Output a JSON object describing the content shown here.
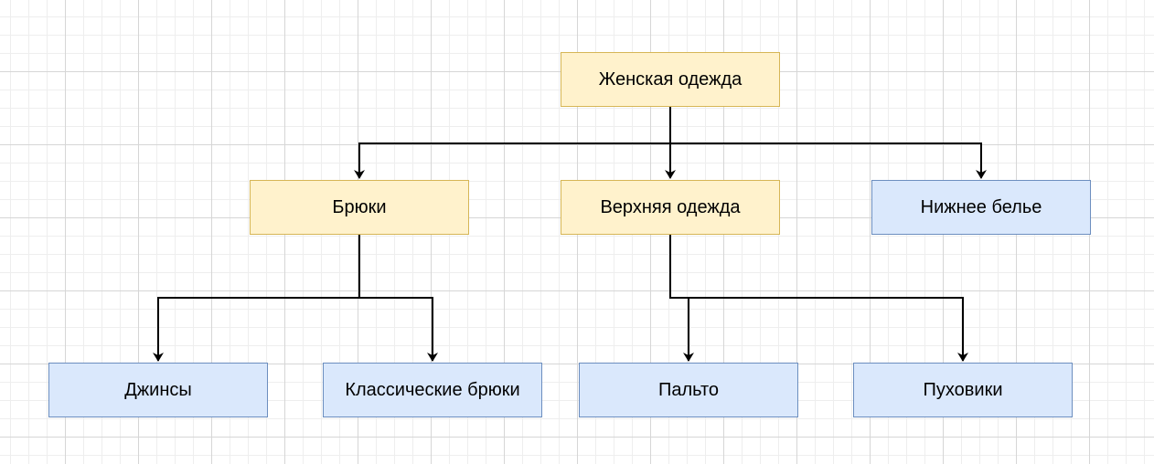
{
  "diagram": {
    "root": {
      "label": "Женская одежда",
      "fill": "#fff2cc",
      "stroke": "#d6b656"
    },
    "level1": [
      {
        "label": "Брюки",
        "fill": "#fff2cc",
        "stroke": "#d6b656"
      },
      {
        "label": "Верхняя одежда",
        "fill": "#fff2cc",
        "stroke": "#d6b656"
      },
      {
        "label": "Нижнее белье",
        "fill": "#dae8fc",
        "stroke": "#6c8ebf"
      }
    ],
    "level2": [
      {
        "label": "Джинсы",
        "parent": "Брюки",
        "fill": "#dae8fc",
        "stroke": "#6c8ebf"
      },
      {
        "label": "Классические брюки",
        "parent": "Брюки",
        "fill": "#dae8fc",
        "stroke": "#6c8ebf"
      },
      {
        "label": "Пальто",
        "parent": "Верхняя одежда",
        "fill": "#dae8fc",
        "stroke": "#6c8ebf"
      },
      {
        "label": "Пуховики",
        "parent": "Верхняя одежда",
        "fill": "#dae8fc",
        "stroke": "#6c8ebf"
      }
    ],
    "edges": [
      [
        "Женская одежда",
        "Брюки"
      ],
      [
        "Женская одежда",
        "Верхняя одежда"
      ],
      [
        "Женская одежда",
        "Нижнее белье"
      ],
      [
        "Брюки",
        "Джинсы"
      ],
      [
        "Брюки",
        "Классические брюки"
      ],
      [
        "Верхняя одежда",
        "Пальто"
      ],
      [
        "Верхняя одежда",
        "Пуховики"
      ]
    ],
    "edge_color": "#000000",
    "grid": true
  }
}
